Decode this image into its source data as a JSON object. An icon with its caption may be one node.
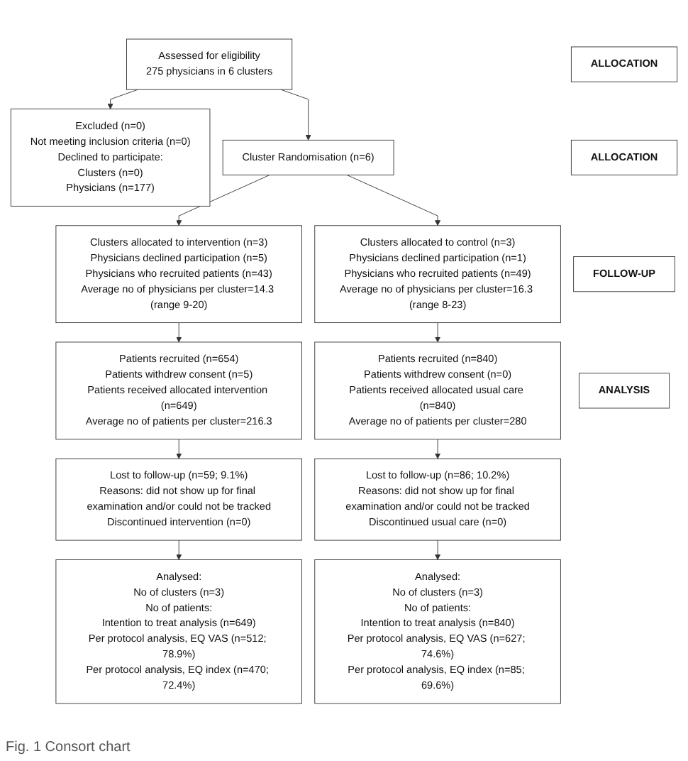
{
  "diagram": {
    "caption": "Fig. 1 Consort chart",
    "nodes": [
      {
        "text": [
          "Assessed for eligibility",
          "275 physicians in 6 clusters"
        ]
      },
      {
        "text": [
          "Excluded (n=0)",
          "Not meeting inclusion criteria (n=0)",
          "Declined to participate:",
          "Clusters (n=0)",
          "Physicians (n=177)"
        ]
      },
      {
        "text": [
          "Cluster Randomisation (n=6)"
        ]
      },
      {
        "text": [
          "Clusters allocated to intervention (n=3)",
          "Physicians declined participation (n=5)",
          "Physicians who recruited patients (n=43)",
          "Average no of physicians per cluster=14.3 (range 9-20)"
        ]
      },
      {
        "text": [
          "Clusters allocated to control (n=3)",
          "Physicians declined participation (n=1)",
          "Physicians who recruited patients (n=49)",
          "Average no of physicians per cluster=16.3 (range 8-23)"
        ]
      },
      {
        "text": [
          "Patients recruited (n=654)",
          "Patients withdrew consent (n=5)",
          "Patients received allocated intervention (n=649)",
          "Average no of patients per cluster=216.3"
        ]
      },
      {
        "text": [
          "Patients recruited (n=840)",
          "Patients withdrew consent (n=0)",
          "Patients received allocated usual care (n=840)",
          "Average no of patients per cluster=280"
        ]
      },
      {
        "text": [
          "Lost to follow-up (n=59; 9.1%)",
          "Reasons: did not show up for final examination and/or could not be tracked",
          "Discontinued intervention (n=0)"
        ]
      },
      {
        "text": [
          "Lost to follow-up (n=86; 10.2%)",
          "Reasons: did not show up for final examination and/or could not be tracked",
          "Discontinued usual care (n=0)"
        ]
      },
      {
        "text": [
          "Analysed:",
          "No of clusters (n=3)",
          "No of patients:",
          "Intention to treat analysis (n=649)",
          "Per protocol analysis, EQ VAS (n=512; 78.9%)",
          "Per protocol analysis, EQ index (n=470; 72.4%)"
        ]
      },
      {
        "text": [
          "Analysed:",
          "No of clusters (n=3)",
          "No of patients:",
          "Intention to treat analysis (n=840)",
          "Per protocol analysis, EQ VAS (n=627; 74.6%)",
          "Per protocol analysis, EQ index (n=85; 69.6%)"
        ]
      },
      {
        "text": [
          "ALLOCATION"
        ]
      },
      {
        "text": [
          "ALLOCATION"
        ]
      },
      {
        "text": [
          "FOLLOW-UP"
        ]
      },
      {
        "text": [
          "ANALYSIS"
        ]
      }
    ],
    "edges": [
      {
        "from": 0,
        "to": 1,
        "arrow": "to"
      },
      {
        "from": 0,
        "to": 2,
        "arrow": "to"
      },
      {
        "from": 2,
        "to": 3,
        "arrow": "to"
      },
      {
        "from": 2,
        "to": 4,
        "arrow": "to"
      },
      {
        "from": 3,
        "to": 5,
        "arrow": "to"
      },
      {
        "from": 4,
        "to": 6,
        "arrow": "to"
      },
      {
        "from": 5,
        "to": 7,
        "arrow": "to"
      },
      {
        "from": 6,
        "to": 8,
        "arrow": "to"
      },
      {
        "from": 7,
        "to": 9,
        "arrow": "to"
      },
      {
        "from": 8,
        "to": 10,
        "arrow": "to"
      }
    ]
  }
}
